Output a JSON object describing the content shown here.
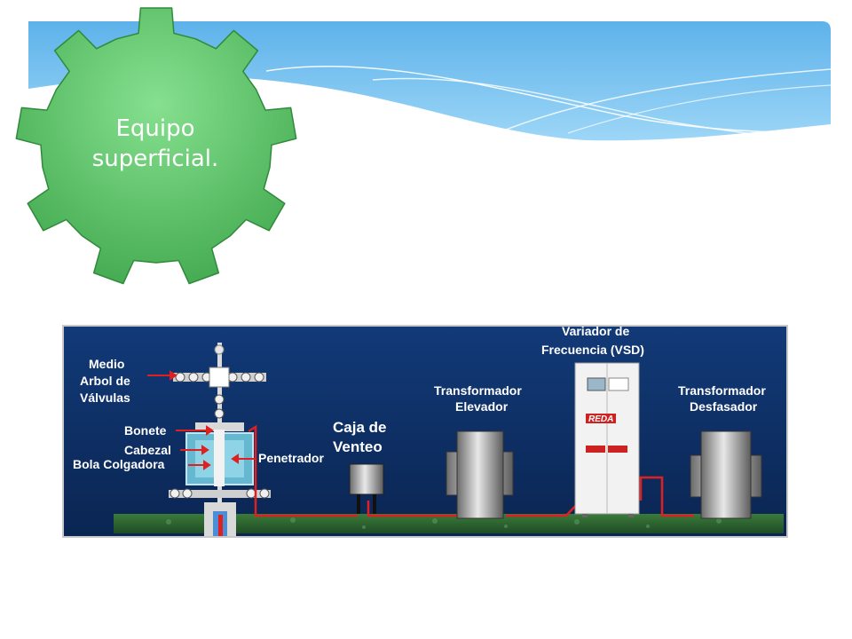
{
  "slide": {
    "title_line1": "Equipo",
    "title_line2": "superficial."
  },
  "diagram": {
    "labels": {
      "medio_arbol": [
        "Medio",
        "Arbol de",
        "Válvulas"
      ],
      "bonete": "Bonete",
      "cabezal": "Cabezal",
      "bola_colgadora": "Bola Colgadora",
      "penetrador": "Penetrador",
      "caja_venteo": [
        "Caja de",
        "Venteo"
      ],
      "transformador_elevador": [
        "Transformador",
        "Elevador"
      ],
      "variador": [
        "Variador de",
        "Frecuencia (VSD)"
      ],
      "transformador_desfasador": [
        "Transformador",
        "Desfasador"
      ],
      "vsd_brand": "REDA"
    }
  },
  "colors": {
    "gear_green": "#5cc36a",
    "panel_navy": "#0b2a5a",
    "cable_red": "#e02020",
    "banner_blue": "#5fb4ea"
  }
}
